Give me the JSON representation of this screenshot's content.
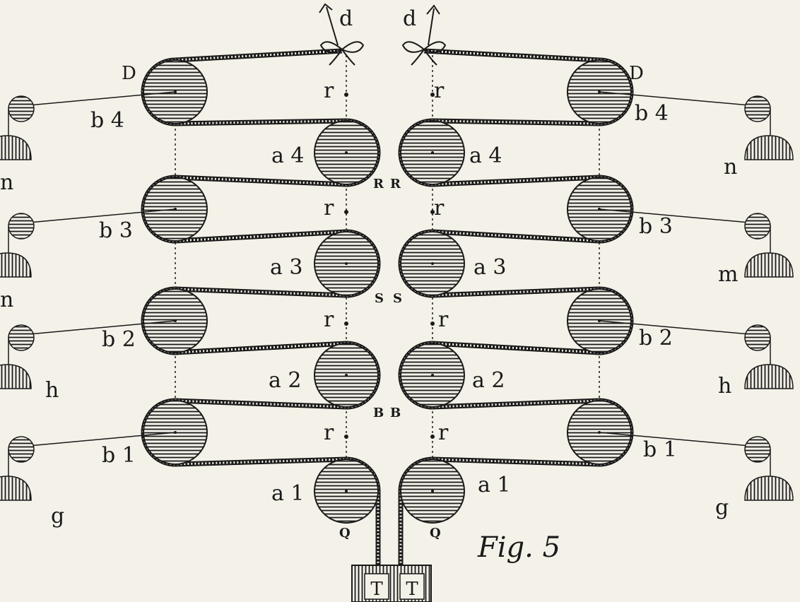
{
  "diagram": {
    "caption": "Fig. 5",
    "top_pull_label": "d",
    "top_corner_label": "D",
    "midline_point_label": "r",
    "bottom_end_label": "Q",
    "base_block_label": "T",
    "left_pulleys": {
      "a": [
        "a 1",
        "a 2",
        "a 3",
        "a 4"
      ],
      "b": [
        "b 1",
        "b 2",
        "b 3",
        "b 4"
      ],
      "junctions": [
        "B",
        "S",
        "R"
      ]
    },
    "right_pulleys": {
      "a": [
        "a 1",
        "a 2",
        "a 3",
        "a 4"
      ],
      "b": [
        "b 1",
        "b 2",
        "b 3",
        "b 4"
      ],
      "junctions": [
        "B",
        "S",
        "R"
      ]
    },
    "weight_labels_left": [
      "g",
      "h",
      "n",
      "n"
    ],
    "weight_labels_right": [
      "g",
      "h",
      "m",
      "n"
    ]
  },
  "colors": {
    "ink": "#1a1a1a",
    "paper": "#f4f1e8"
  }
}
